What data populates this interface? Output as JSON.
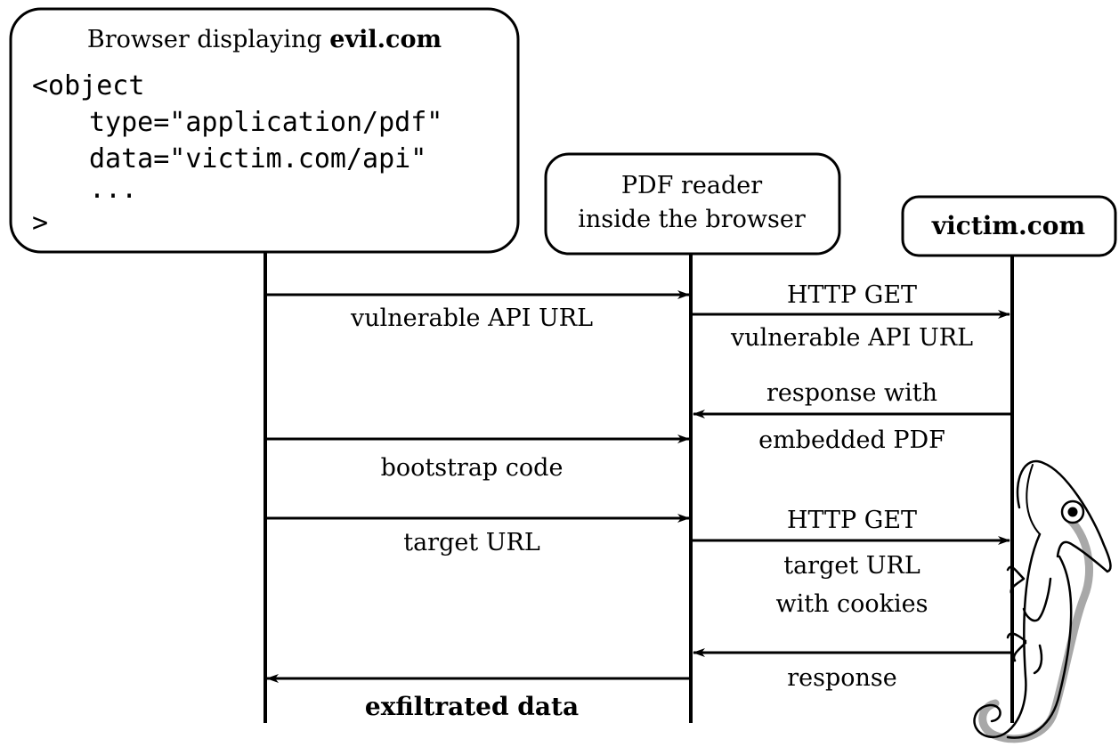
{
  "participants": {
    "browser": {
      "title_prefix": "Browser displaying ",
      "title_bold": "evil.com",
      "code_lines": [
        "<object",
        "type=\"application/pdf\"",
        "data=\"victim.com/api\"",
        "...",
        ">"
      ]
    },
    "pdf_reader": {
      "line1": "PDF reader",
      "line2": "inside the browser"
    },
    "victim": {
      "label": "victim.com"
    }
  },
  "messages": {
    "m1": "vulnerable API URL",
    "m2_top": "HTTP GET",
    "m2_bottom": "vulnerable API URL",
    "m3_top": "response with",
    "m3_bottom": "embedded PDF",
    "m4": "bootstrap code",
    "m5": "target URL",
    "m6_top": "HTTP GET",
    "m6_bottom1": "target URL",
    "m6_bottom2": "with cookies",
    "m7": "response",
    "m8": "exfiltrated data"
  },
  "colors": {
    "ink": "#000000",
    "mascot_gray": "#a8a8a8"
  },
  "mascot": {
    "icon": "chameleon-icon"
  }
}
